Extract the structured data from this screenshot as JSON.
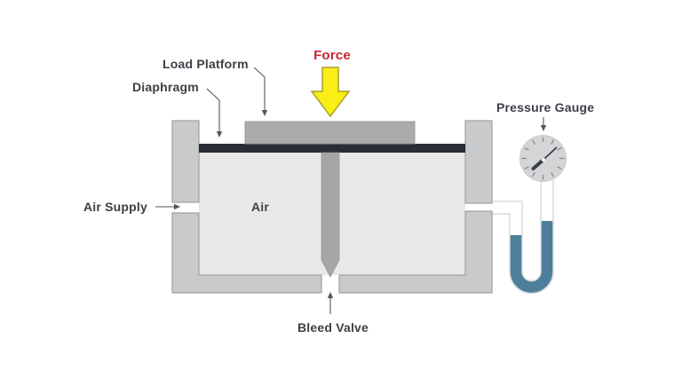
{
  "labels": {
    "load_platform": "Load Platform",
    "diaphragm": "Diaphragm",
    "force": "Force",
    "air_supply": "Air Supply",
    "air": "Air",
    "bleed_valve": "Bleed Valve",
    "pressure_gauge": "Pressure Gauge"
  },
  "colors": {
    "background": "#ffffff",
    "wall_fill": "#c9cacc",
    "wall_border": "#9fa1a3",
    "chamber_fill": "#e8e8e9",
    "platform_fill": "#aaabad",
    "platform_border": "#97999b",
    "diaphragm_fill": "#292d34",
    "valve_rod_fill": "#a4a6a8",
    "force_text": "#c8232e",
    "force_arrow_fill": "#f9ee16",
    "force_arrow_border": "#a8a02a",
    "manometer_fluid": "#4e7f9a",
    "tube_outline": "#d9dadb",
    "tube_fill": "#ffffff",
    "gauge_face": "#d4d5d6",
    "gauge_tick": "#8b8d90",
    "gauge_needle": "#3c4048",
    "label_text": "#3c3f47",
    "leader_line": "#54565b"
  }
}
